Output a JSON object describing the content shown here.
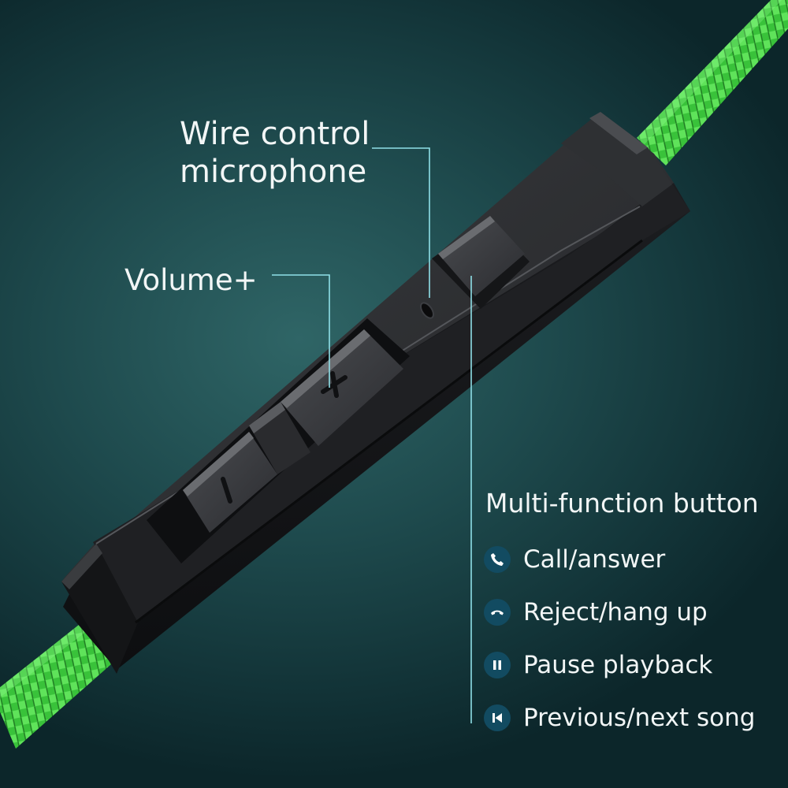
{
  "labels": {
    "microphone": [
      "Wire control",
      "microphone"
    ],
    "volume_up": "Volume+",
    "multi_function": "Multi-function button"
  },
  "functions": [
    {
      "icon": "phone-answer-icon",
      "label": "Call/answer"
    },
    {
      "icon": "phone-hangup-icon",
      "label": "Reject/hang up"
    },
    {
      "icon": "pause-icon",
      "label": "Pause playback"
    },
    {
      "icon": "skip-previous-icon",
      "label": "Previous/next song"
    }
  ],
  "colors": {
    "background": "#1e4a4d",
    "cable": "#3fce3f",
    "remote_body": "#1b1c1e",
    "callout_line": "#8fe0e8",
    "icon_circle": "#124b61"
  }
}
